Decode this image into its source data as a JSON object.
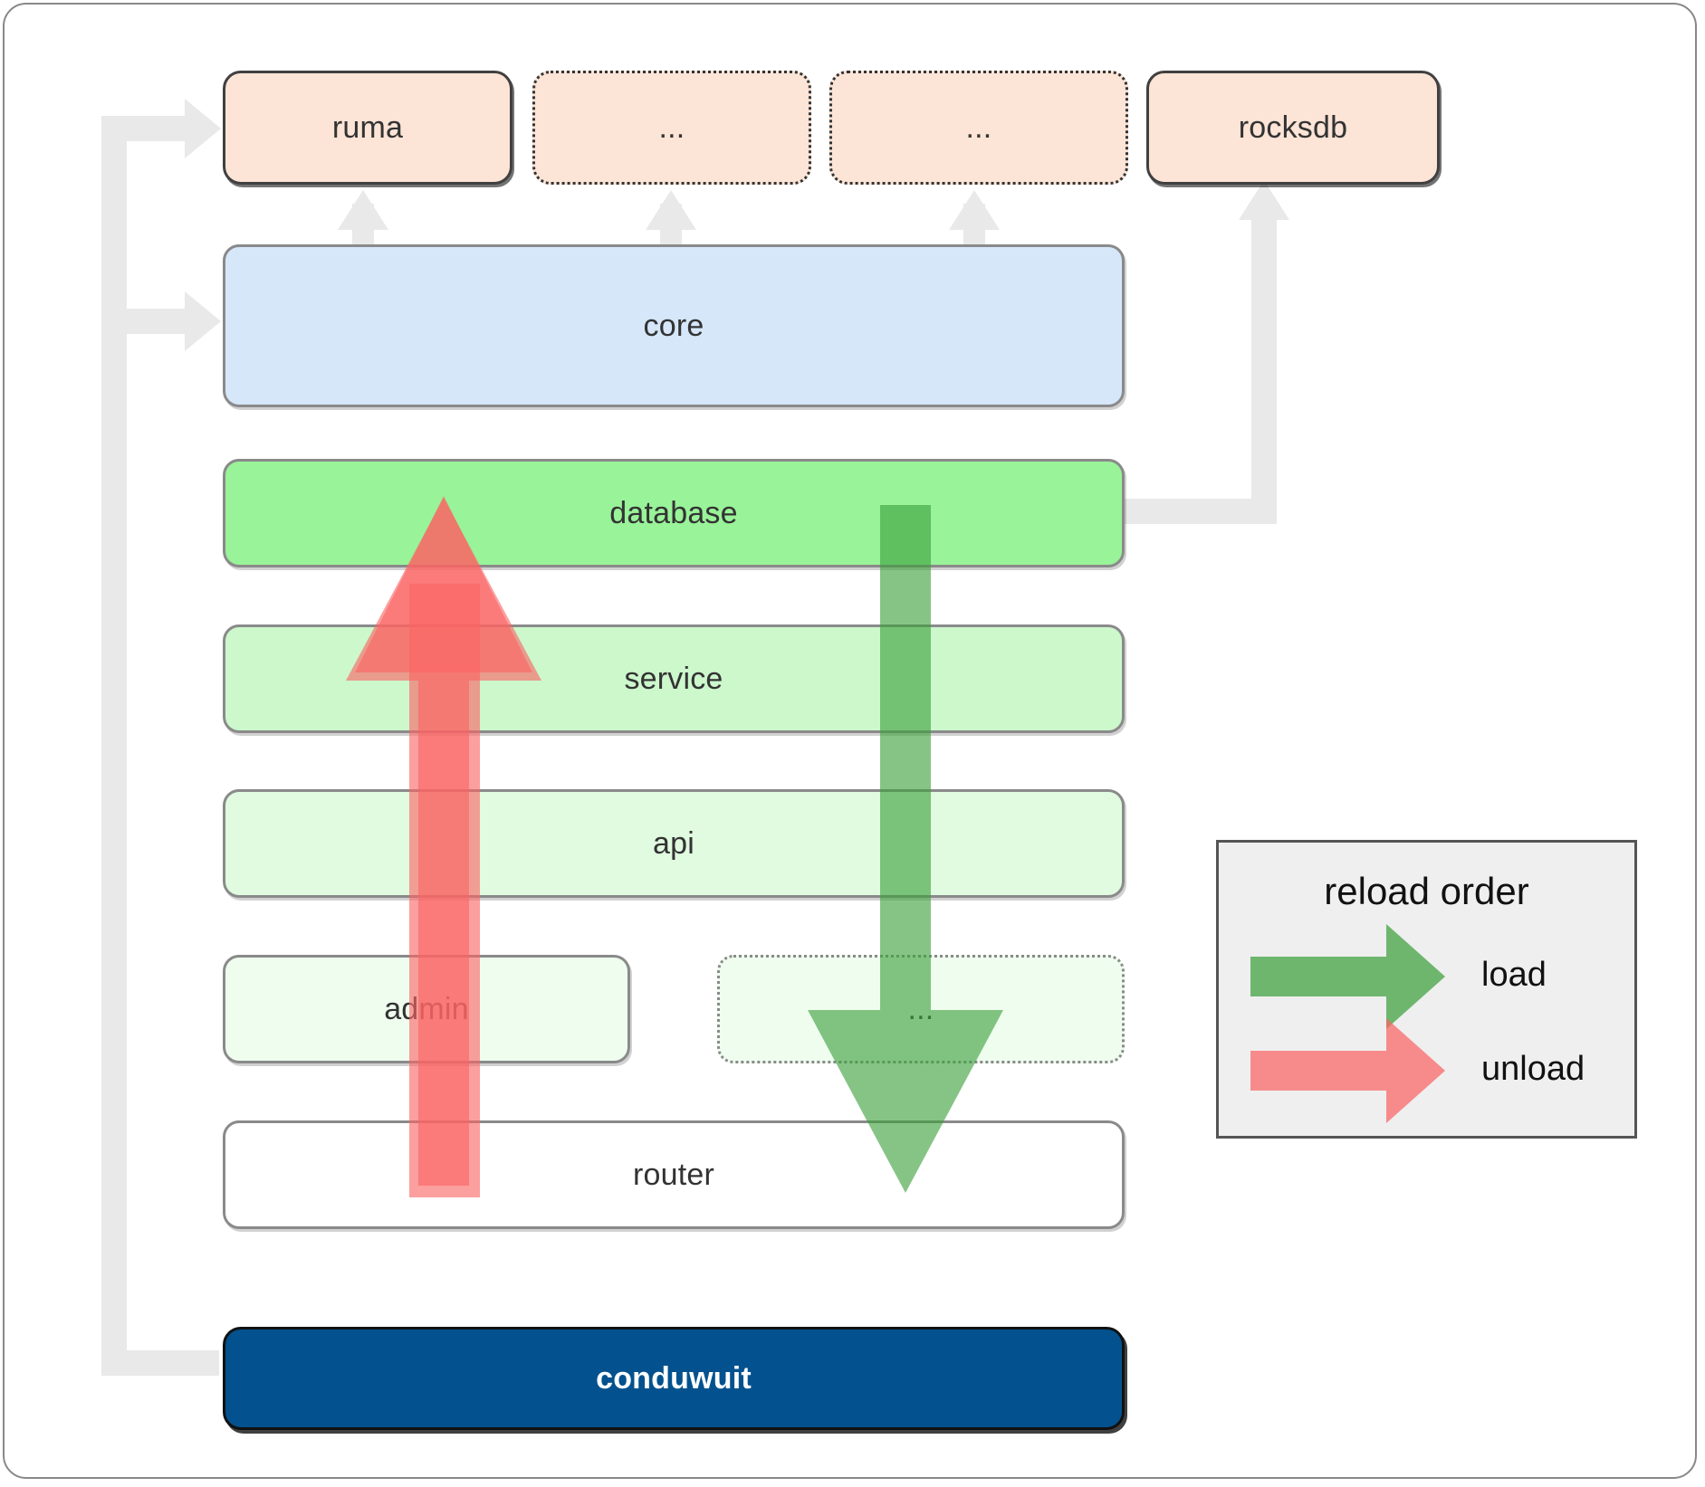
{
  "diagram": {
    "title": "conduwuit crate dependency / reload order diagram",
    "background": "#ffffff",
    "border_color": "#888888"
  },
  "dependencies": {
    "items": [
      {
        "label": "ruma",
        "style": "solid",
        "fill": "#fce4d6"
      },
      {
        "label": "...",
        "style": "dotted",
        "fill": "#fce4d6"
      },
      {
        "label": "...",
        "style": "dotted",
        "fill": "#fce4d6"
      },
      {
        "label": "rocksdb",
        "style": "solid",
        "fill": "#fce4d6"
      }
    ]
  },
  "stack": {
    "core": {
      "label": "core",
      "fill": "#d6e7fa"
    },
    "database": {
      "label": "database",
      "fill": "#99f399"
    },
    "service": {
      "label": "service",
      "fill": "#ccf8cc"
    },
    "api": {
      "label": "api",
      "fill": "#e0fbe0"
    },
    "admin": {
      "label": "admin",
      "fill": "#effdef"
    },
    "extra": {
      "label": "...",
      "fill": "#effdef"
    },
    "router": {
      "label": "router",
      "fill": "#ffffff"
    },
    "app": {
      "label": "conduwuit",
      "fill": "#03528f",
      "text_color": "#ffffff"
    }
  },
  "legend": {
    "title": "reload order",
    "entries": [
      {
        "label": "load",
        "color": "#5cb85c"
      },
      {
        "label": "unload",
        "color": "#fa8a8a"
      }
    ]
  },
  "flows": {
    "unload": {
      "label": "unload",
      "color": "#fa8a8a",
      "direction": "up"
    },
    "load": {
      "label": "load",
      "color": "#5cb85c",
      "direction": "down"
    }
  }
}
